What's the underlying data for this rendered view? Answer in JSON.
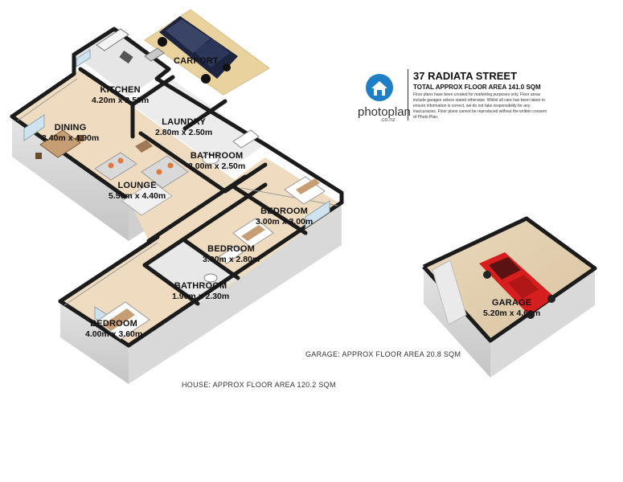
{
  "header": {
    "title": "37 RADIATA STREET",
    "subtitle": "TOTAL APPROX FLOOR AREA 141.0 SQM",
    "disclaimer": "Floor plans have been created for marketing purposes only. Floor areas include garages unless stated otherwise. Whilst all care has been taken to ensure information is correct, we do not take responsibility for any inaccuracies. Floor plans cannot be reproduced without the written consent of Photo Plan."
  },
  "logo": {
    "word": "photoplan",
    "suffix": ".co.nz",
    "icon": "house-icon",
    "color": "#1f7fc4"
  },
  "rooms": {
    "carport": {
      "name": "CARPORT",
      "dims": ""
    },
    "kitchen": {
      "name": "KITCHEN",
      "dims": "4.20m x 2.50m"
    },
    "laundry": {
      "name": "LAUNDRY",
      "dims": "2.80m x 2.50m"
    },
    "dining": {
      "name": "DINING",
      "dims": "3.40m x 4.90m"
    },
    "bathroom1": {
      "name": "BATHROOM",
      "dims": "2.00m x 2.50m"
    },
    "lounge": {
      "name": "LOUNGE",
      "dims": "5.50m x 4.40m"
    },
    "bedroom1": {
      "name": "BEDROOM",
      "dims": "3.00m x 3.00m"
    },
    "bedroom2": {
      "name": "BEDROOM",
      "dims": "3.00m x 2.80m"
    },
    "bathroom2": {
      "name": "BATHROOM",
      "dims": "1.90m x 2.30m"
    },
    "bedroom3": {
      "name": "BEDROOM",
      "dims": "4.00m x 3.60m"
    },
    "garage": {
      "name": "GARAGE",
      "dims": "5.20m x 4.60m"
    }
  },
  "areas": {
    "garage": "GARAGE: APPROX FLOOR AREA 20.8 SQM",
    "house": "HOUSE: APPROX FLOOR AREA 120.2 SQM"
  },
  "colors": {
    "floor": "#efdcc0",
    "wall_top": "#1b1b1b",
    "wall_face": "#d6d6d6",
    "carport": "#e9d29e",
    "suv": "#1d2440",
    "sports_car": "#d61e1e",
    "cushion": "#e07a3a"
  }
}
